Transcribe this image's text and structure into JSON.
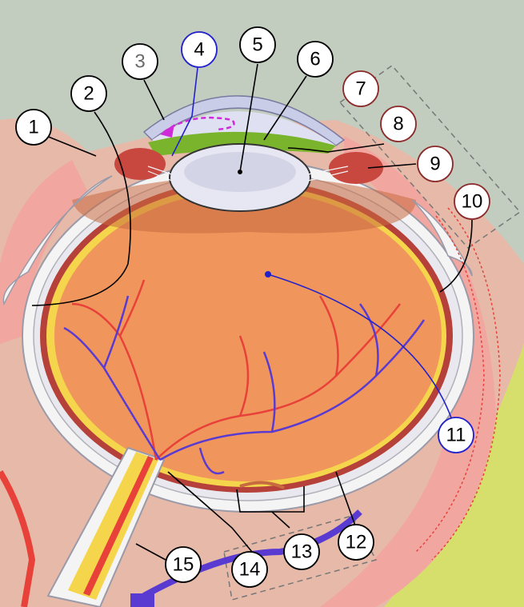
{
  "colors": {
    "background_top": "#c3cdbf",
    "skin_pink": "#e7b9a8",
    "muscle_pink": "#f1a7a0",
    "yellow_green": "#d6df6b",
    "eyeball_orange": "#f0955b",
    "sclera_white": "#f4f4f4",
    "choroid_red": "#b5413a",
    "retina_yellow": "#f5d54b",
    "artery_red": "#e8413a",
    "vein_blue": "#5a3bd1",
    "iris_green": "#7ab32c",
    "cornea_lavender": "#c9cde8",
    "callout_white": "#ffffff",
    "leader_black": "#000000",
    "leader_blue": "#2222cc",
    "leader_darkred": "#8b2a2a"
  },
  "callouts": [
    {
      "id": "1",
      "label": "1",
      "text_color": "#000000",
      "border": "#000000"
    },
    {
      "id": "2",
      "label": "2",
      "text_color": "#000000",
      "border": "#000000"
    },
    {
      "id": "3",
      "label": "3",
      "text_color": "#6b6b6b",
      "border": "#000000"
    },
    {
      "id": "4",
      "label": "4",
      "text_color": "#000000",
      "border": "#2222cc"
    },
    {
      "id": "5",
      "label": "5",
      "text_color": "#000000",
      "border": "#000000"
    },
    {
      "id": "6",
      "label": "6",
      "text_color": "#000000",
      "border": "#000000"
    },
    {
      "id": "7",
      "label": "7",
      "text_color": "#000000",
      "border": "#8b2a2a"
    },
    {
      "id": "8",
      "label": "8",
      "text_color": "#000000",
      "border": "#8b2a2a"
    },
    {
      "id": "9",
      "label": "9",
      "text_color": "#000000",
      "border": "#8b2a2a"
    },
    {
      "id": "10",
      "label": "10",
      "text_color": "#000000",
      "border": "#8b2a2a"
    },
    {
      "id": "11",
      "label": "11",
      "text_color": "#000000",
      "border": "#2222cc"
    },
    {
      "id": "12",
      "label": "12",
      "text_color": "#000000",
      "border": "#000000"
    },
    {
      "id": "13",
      "label": "13",
      "text_color": "#000000",
      "border": "#000000"
    },
    {
      "id": "14",
      "label": "14",
      "text_color": "#000000",
      "border": "#000000"
    },
    {
      "id": "15",
      "label": "15",
      "text_color": "#000000",
      "border": "#000000"
    }
  ]
}
